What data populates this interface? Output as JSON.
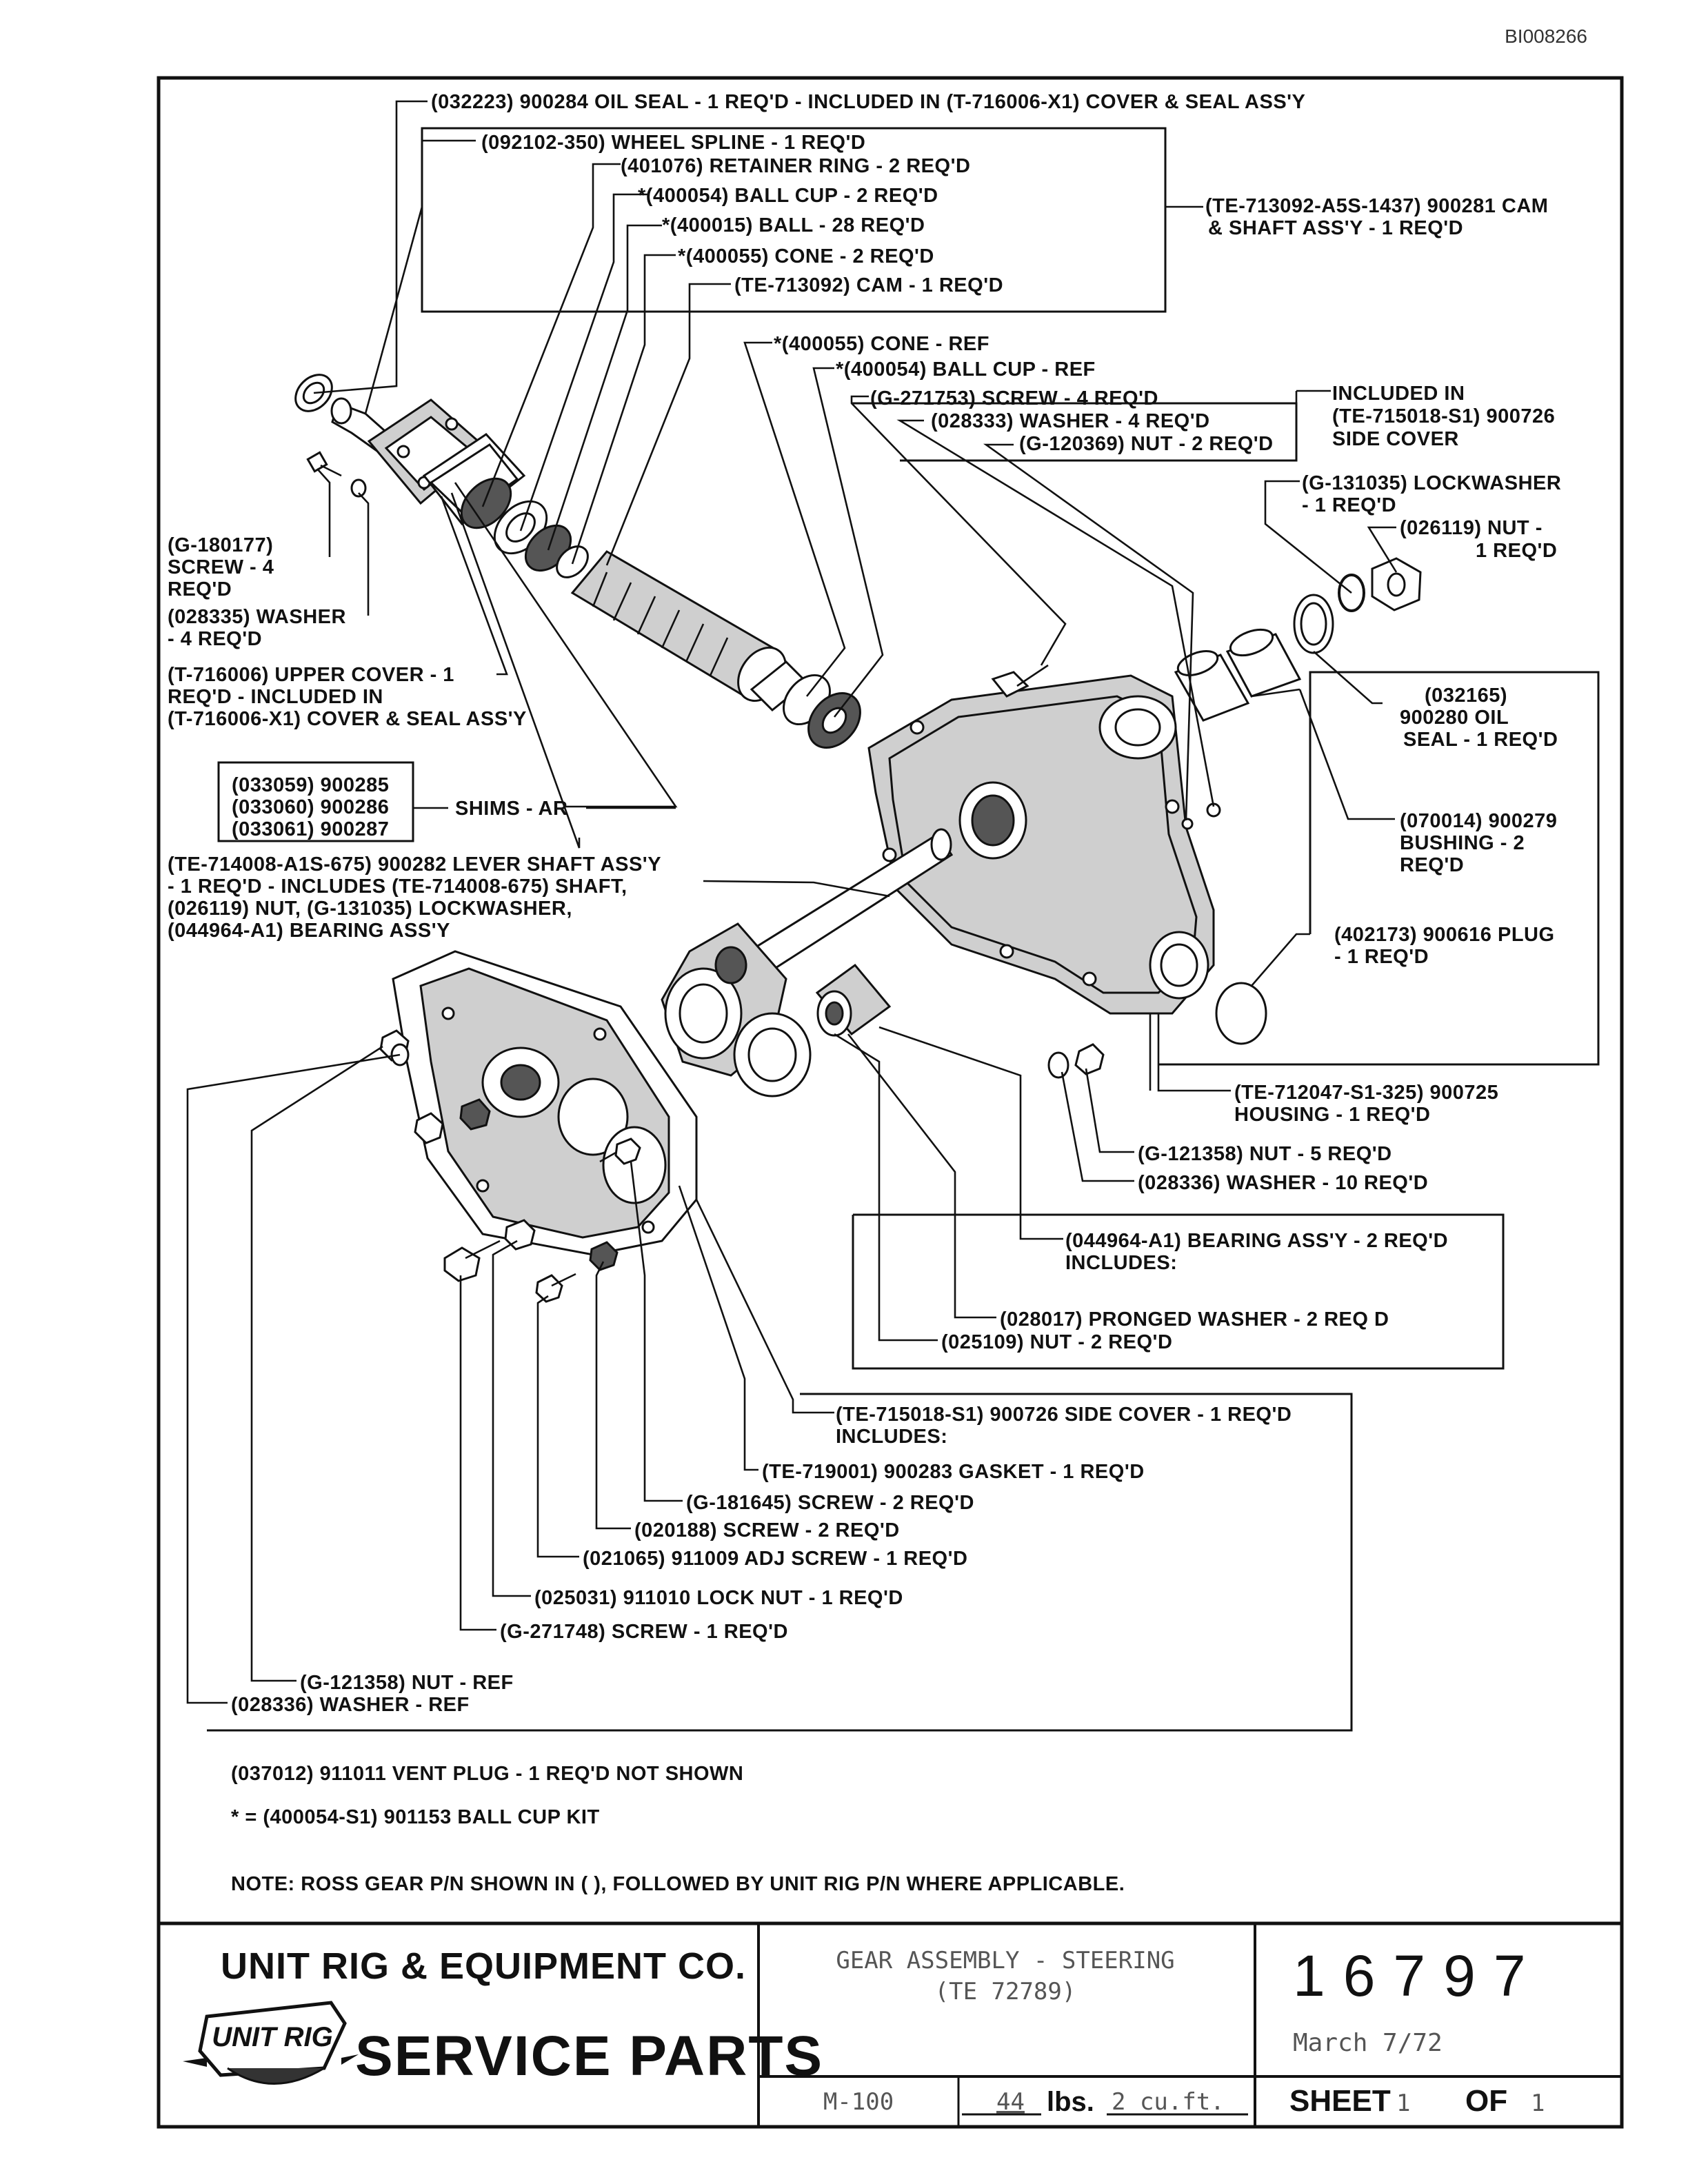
{
  "doc_id": "BI008266",
  "labels": {
    "oil_seal_top": "(032223) 900284 OIL SEAL - 1 REQ'D  -  INCLUDED IN (T-716006-X1) COVER & SEAL ASS'Y",
    "wheel_spline": "(092102-350) WHEEL SPLINE - 1 REQ'D",
    "retainer_ring": "(401076) RETAINER RING - 2 REQ'D",
    "ball_cup": "*(400054) BALL CUP - 2 REQ'D",
    "ball": "*(400015) BALL - 28 REQ'D",
    "cone": "*(400055) CONE - 2 REQ'D",
    "cam": "(TE-713092) CAM - 1 REQ'D",
    "cam_shaft_1": "(TE-713092-A5S-1437) 900281 CAM",
    "cam_shaft_2": "& SHAFT ASS'Y - 1 REQ'D",
    "cone_ref": "*(400055) CONE - REF",
    "ball_cup_ref": "*(400054) BALL CUP - REF",
    "screw_271753": "(G-271753) SCREW - 4 REQ'D",
    "washer_028333": "(028333) WASHER - 4 REQ'D",
    "nut_120369": "(G-120369) NUT - 2 REQ'D",
    "included_in_1": "INCLUDED IN",
    "included_in_2": "(TE-715018-S1) 900726",
    "included_in_3": "SIDE COVER",
    "lockwasher_1": "(G-131035) LOCKWASHER",
    "lockwasher_2": "- 1 REQ'D",
    "nut_026119_1": "(026119) NUT -",
    "nut_026119_2": "1 REQ'D",
    "screw_180177_1": "(G-180177)",
    "screw_180177_2": "SCREW - 4",
    "screw_180177_3": "REQ'D",
    "washer_028335_1": "(028335) WASHER",
    "washer_028335_2": "- 4 REQ'D",
    "upper_cover_1": "(T-716006) UPPER COVER - 1",
    "upper_cover_2": "REQ'D  -  INCLUDED IN",
    "upper_cover_3": "(T-716006-X1) COVER & SEAL ASS'Y",
    "oil_seal_r_1": "(032165)",
    "oil_seal_r_2": "900280 OIL",
    "oil_seal_r_3": "SEAL - 1 REQ'D",
    "shim_1": "(033059) 900285",
    "shim_2": "(033060) 900286",
    "shim_3": "(033061) 900287",
    "shims": "SHIMS - AR",
    "bushing_1": "(070014) 900279",
    "bushing_2": "BUSHING - 2",
    "bushing_3": "REQ'D",
    "lever_1": "(TE-714008-A1S-675) 900282 LEVER SHAFT ASS'Y",
    "lever_2": "- 1 REQ'D  -  INCLUDES (TE-714008-675) SHAFT,",
    "lever_3": "(026119) NUT, (G-131035) LOCKWASHER,",
    "lever_4": "(044964-A1) BEARING ASS'Y",
    "plug_1": "(402173) 900616 PLUG",
    "plug_2": "- 1 REQ'D",
    "housing_1": "(TE-712047-S1-325) 900725",
    "housing_2": "HOUSING - 1 REQ'D",
    "nut_121358": "(G-121358) NUT - 5 REQ'D",
    "washer_028336": "(028336) WASHER - 10 REQ'D",
    "bearing_1": "(044964-A1) BEARING ASS'Y - 2 REQ'D",
    "bearing_2": "INCLUDES:",
    "pronged_washer": "(028017) PRONGED WASHER - 2 REQ D",
    "nut_025109": "(025109) NUT - 2 REQ'D",
    "side_cover_1": "(TE-715018-S1) 900726 SIDE COVER - 1 REQ'D",
    "side_cover_2": "INCLUDES:",
    "gasket": "(TE-719001) 900283 GASKET - 1 REQ'D",
    "screw_181645": "(G-181645) SCREW - 2 REQ'D",
    "screw_020188": "(020188) SCREW - 2 REQ'D",
    "adj_screw": "(021065) 911009 ADJ SCREW - 1 REQ'D",
    "lock_nut": "(025031) 911010 LOCK NUT - 1 REQ'D",
    "screw_271748": "(G-271748) SCREW - 1 REQ'D",
    "nut_ref": "(G-121358) NUT - REF",
    "washer_ref": "(028336) WASHER - REF",
    "vent_plug": "(037012) 911011 VENT PLUG - 1 REQ'D NOT SHOWN",
    "ball_cup_kit": "* = (400054-S1) 901153 BALL CUP KIT",
    "note": "NOTE: ROSS GEAR P/N SHOWN IN (  ), FOLLOWED BY UNIT RIG P/N WHERE APPLICABLE."
  },
  "title_block": {
    "company": "UNIT RIG & EQUIPMENT CO.",
    "logo_text": "UNIT RIG",
    "service_parts": "SERVICE PARTS",
    "description_1": "GEAR ASSEMBLY - STEERING",
    "description_2": "(TE 72789)",
    "model": "M-100",
    "weight": "44",
    "weight_unit": "lbs.",
    "volume": "2 cu.ft.",
    "drawing_number": "16797",
    "date": "March 7/72",
    "sheet_label": "SHEET",
    "sheet_num": "1",
    "of_label": "OF",
    "sheet_total": "1"
  }
}
